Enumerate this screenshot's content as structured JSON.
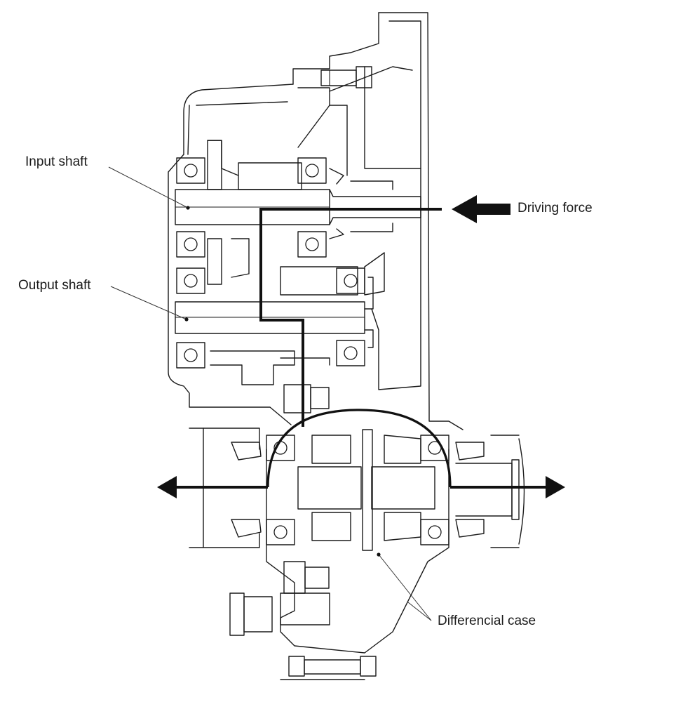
{
  "labels": {
    "input_shaft": "Input shaft",
    "output_shaft": "Output shaft",
    "driving_force": "Driving force",
    "differential_case": "Differencial case"
  },
  "colors": {
    "line": "#1a1a1a",
    "background": "#ffffff"
  }
}
